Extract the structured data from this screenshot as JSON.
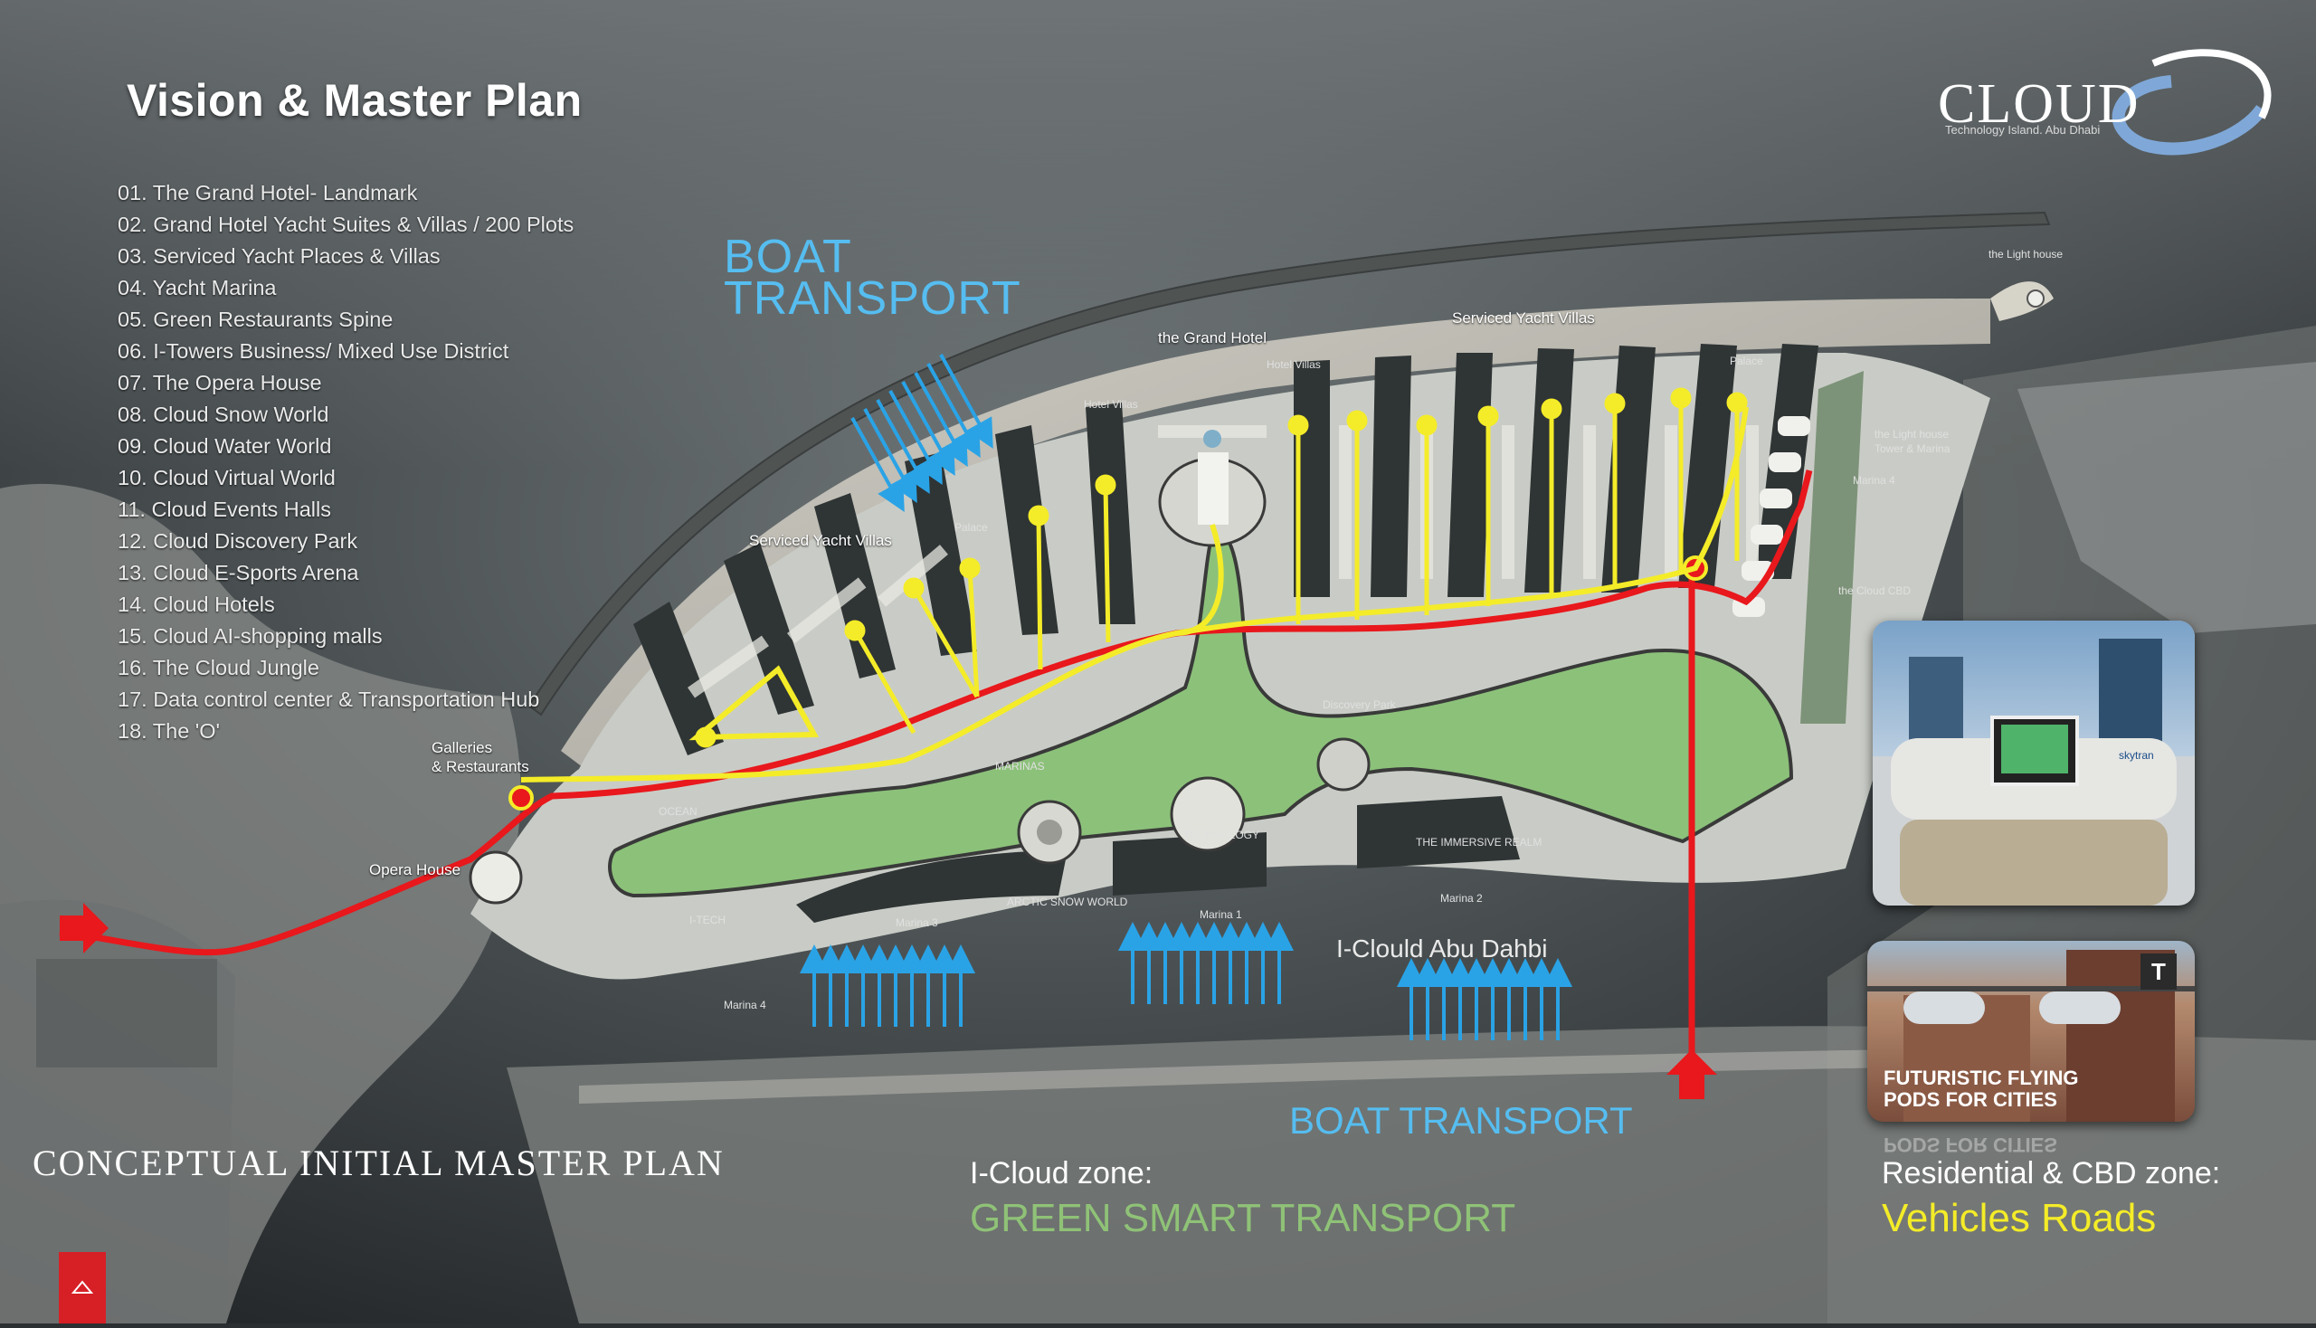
{
  "title": "Vision & Master Plan",
  "legend_items": [
    "01. The Grand Hotel- Landmark",
    "02. Grand Hotel Yacht Suites & Villas / 200 Plots",
    "03. Serviced Yacht Places & Villas",
    "04. Yacht Marina",
    "05. Green Restaurants  Spine",
    "06. I-Towers Business/ Mixed Use District",
    "07. The Opera House",
    "08. Cloud Snow World",
    "09. Cloud Water World",
    "10. Cloud Virtual World",
    "11. Cloud Events Halls",
    "12. Cloud Discovery Park",
    "13. Cloud E-Sports Arena",
    "14. Cloud Hotels",
    "15. Cloud AI-shopping malls",
    "16. The Cloud Jungle",
    "17. Data control center  & Transportation Hub",
    "18. The 'O'"
  ],
  "logo": {
    "name": "CLOUD",
    "tagline": "Technology Island. Abu Dhabi"
  },
  "boat_transport_top": [
    "BOAT",
    "TRANSPORT"
  ],
  "boat_transport_bottom": "BOAT TRANSPORT",
  "icloud_label": "I-Clould Abu Dahbi",
  "concept_caption": "CONCEPTUAL INITIAL MASTER PLAN",
  "zones": {
    "icloud": {
      "label": "I-Cloud zone:",
      "value": "GREEN SMART TRANSPORT"
    },
    "residential": {
      "label": "Residential & CBD zone:",
      "value": "Vehicles Roads"
    }
  },
  "photo_caption": [
    "FUTURISTIC FLYING",
    "PODS FOR CITIES"
  ],
  "photo_caption_mirror": "PODS FOR CITIES",
  "pod_brand": "skytran",
  "tv_badge": "T",
  "map_labels": {
    "grand_hotel": "the Grand Hotel",
    "serviced_villas_top": "Serviced Yacht Villas",
    "serviced_villas_left": "Serviced Yacht Villas",
    "hotel_villas_1": "Hotel Villas",
    "hotel_villas_2": "Hotel Villas",
    "palace_1": "Palace",
    "palace_2": "Palace",
    "lighthouse": "the Light house",
    "lighthouse_tower": [
      "the Light house",
      "Tower & Marina"
    ],
    "marina4_right": "Marina 4",
    "cloud_cbd": "the Cloud CBD",
    "galleries": [
      "Galleries",
      "& Restaurants"
    ],
    "opera_house": "Opera House",
    "marina1": "Marina 1",
    "marina2": "Marina 2",
    "marina3": "Marina 3",
    "marina4_left": "Marina 4",
    "arctic": "ARCTIC SNOW WORLD",
    "technology": "TECHNOLOGY",
    "immersive": "THE IMMERSIVE REALM",
    "discovery": "Discovery Park",
    "ocean": "OCEAN",
    "i_tech": "I-TECH",
    "marinas": "MARINAS"
  },
  "colors": {
    "vehicle_road": "#e8181c",
    "smart_transport": "#f4ec28",
    "boat_arrows": "#2aa3e6",
    "green_zone": "#7fbf6a",
    "zone_green_text": "#8fc277",
    "zone_yellow_text": "#f4ec28",
    "badge": "#d71f26"
  }
}
